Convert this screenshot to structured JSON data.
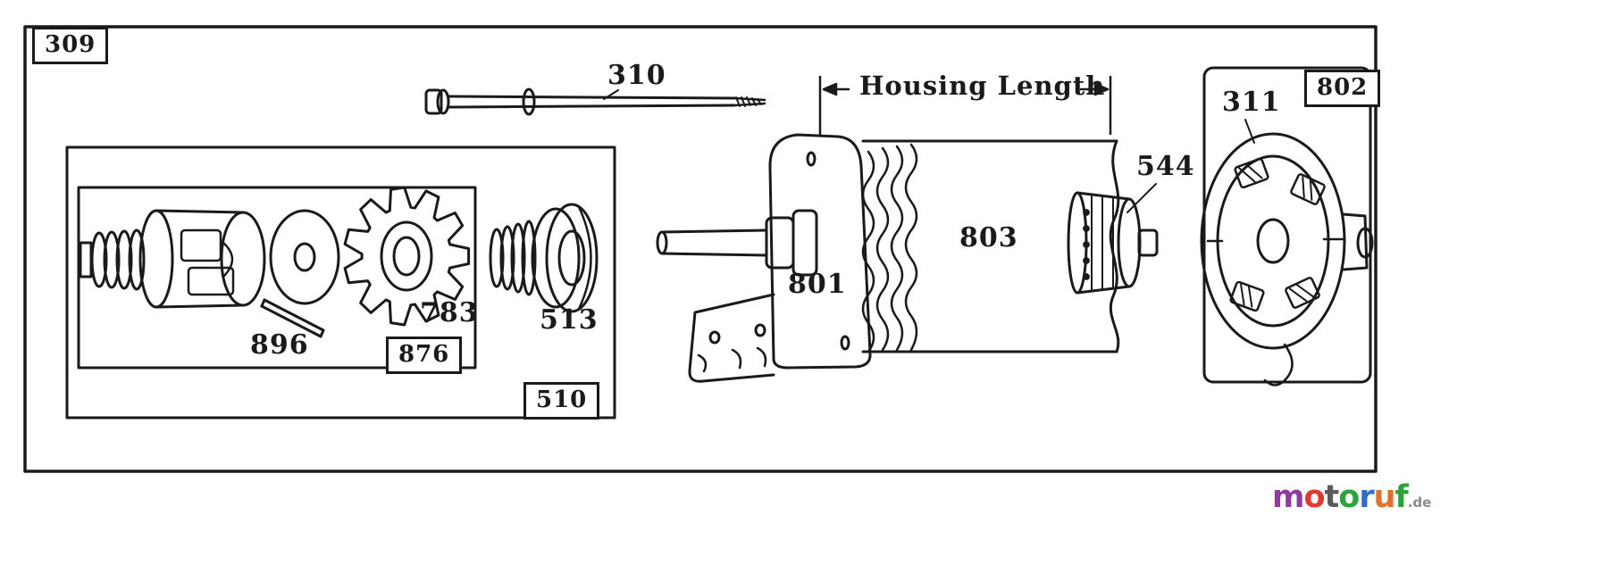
{
  "page": {
    "background": "#ffffff",
    "ink": "#1a1a1a"
  },
  "boxed_refs": {
    "outer_assembly": "309",
    "drive_assembly": "510",
    "gear_assembly": "876",
    "end_cap_assembly": "802"
  },
  "part_labels": {
    "thru_bolt": "310",
    "spring_pin": "896",
    "gear": "783",
    "clutch": "513",
    "drive_end_bracket": "801",
    "motor_housing": "803",
    "armature": "544",
    "end_cap": "311"
  },
  "dimension": {
    "housing_length": "Housing Length"
  },
  "watermark": {
    "letters": [
      {
        "ch": "m",
        "color": "#8E3A9E"
      },
      {
        "ch": "o",
        "color": "#E03A2F"
      },
      {
        "ch": "t",
        "color": "#5A5A5A"
      },
      {
        "ch": "o",
        "color": "#2FA23C"
      },
      {
        "ch": "r",
        "color": "#2E6FC4"
      },
      {
        "ch": "u",
        "color": "#E2702A"
      },
      {
        "ch": "f",
        "color": "#2FA23C"
      }
    ],
    "suffix": ".de",
    "suffix_color": "#8a8a8a"
  }
}
